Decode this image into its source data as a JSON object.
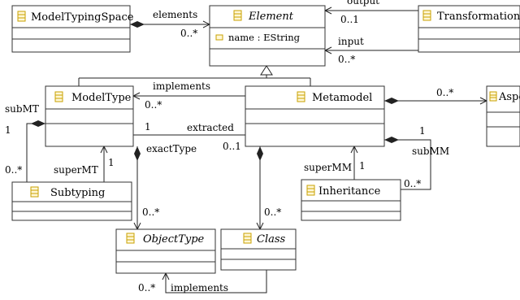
{
  "colors": {
    "class_icon": "#c8a200",
    "class_icon_fill": "#fff7d6",
    "line": "#222222"
  },
  "classes": {
    "model_typing_space": {
      "name": "ModelTypingSpace",
      "icon": "class-icon"
    },
    "element": {
      "name": "Element",
      "icon": "class-icon",
      "abstract": true,
      "attribute": "name : EString",
      "attribute_icon": "attribute-icon"
    },
    "transformation": {
      "name": "Transformation",
      "icon": "class-icon"
    },
    "model_type": {
      "name": "ModelType",
      "icon": "class-icon"
    },
    "metamodel": {
      "name": "Metamodel",
      "icon": "class-icon"
    },
    "aspect_ref": {
      "name": "AspectRef",
      "icon": "class-icon"
    },
    "subtyping": {
      "name": "Subtyping",
      "icon": "class-icon"
    },
    "inheritance": {
      "name": "Inheritance",
      "icon": "class-icon"
    },
    "object_type": {
      "name": "ObjectType",
      "icon": "class-icon",
      "abstract": true
    },
    "class": {
      "name": "Class",
      "icon": "class-icon",
      "abstract": true
    }
  },
  "relations": {
    "elements": {
      "role": "elements",
      "mult": "0..*"
    },
    "output": {
      "role": "output",
      "mult": "0..1"
    },
    "input": {
      "role": "input",
      "mult": "0..*"
    },
    "implements_mm": {
      "role": "implements",
      "mult": "0..*"
    },
    "aspect": {
      "mult": "0..*"
    },
    "extracted": {
      "role": "extracted",
      "mult_left": "1",
      "mult_right": "0..1"
    },
    "exact_type": {
      "role": "exactType"
    },
    "sub_mt": {
      "role": "subMT",
      "mult_top": "1",
      "mult_bottom": "0..*"
    },
    "super_mt": {
      "role": "superMT",
      "mult": "1"
    },
    "sub_mm": {
      "role": "subMM",
      "mult_top": "1",
      "mult_bottom": "0..*"
    },
    "super_mm": {
      "role": "superMM",
      "mult": "1"
    },
    "object_types": {
      "mult": "0..*"
    },
    "classes": {
      "mult": "0..*"
    },
    "implements_ot": {
      "role": "implements",
      "mult": "0..*"
    }
  }
}
